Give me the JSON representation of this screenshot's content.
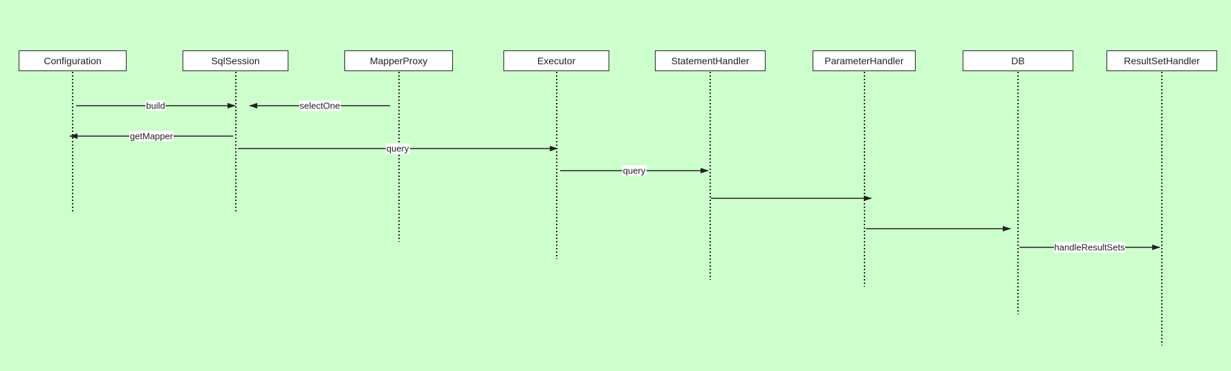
{
  "diagram": {
    "type": "sequence",
    "background": "#ccffcc",
    "line_color": "#222222",
    "actors": [
      {
        "id": "configuration",
        "label": "Configuration"
      },
      {
        "id": "sqlsession",
        "label": "SqlSession"
      },
      {
        "id": "mapperproxy",
        "label": "MapperProxy"
      },
      {
        "id": "executor",
        "label": "Executor"
      },
      {
        "id": "statementhandler",
        "label": "StatementHandler"
      },
      {
        "id": "parameterhandler",
        "label": "ParameterHandler"
      },
      {
        "id": "db",
        "label": "DB"
      },
      {
        "id": "resultsethandler",
        "label": "ResultSetHandler"
      }
    ],
    "messages": [
      {
        "from": "configuration",
        "to": "sqlsession",
        "label": "build"
      },
      {
        "from": "mapperproxy",
        "to": "sqlsession",
        "label": "selectOne"
      },
      {
        "from": "sqlsession",
        "to": "configuration",
        "label": "getMapper"
      },
      {
        "from": "sqlsession",
        "to": "executor",
        "label": "query"
      },
      {
        "from": "executor",
        "to": "statementhandler",
        "label": "query"
      },
      {
        "from": "statementhandler",
        "to": "parameterhandler",
        "label": ""
      },
      {
        "from": "parameterhandler",
        "to": "db",
        "label": ""
      },
      {
        "from": "db",
        "to": "resultsethandler",
        "label": "handleResultSets"
      }
    ]
  }
}
